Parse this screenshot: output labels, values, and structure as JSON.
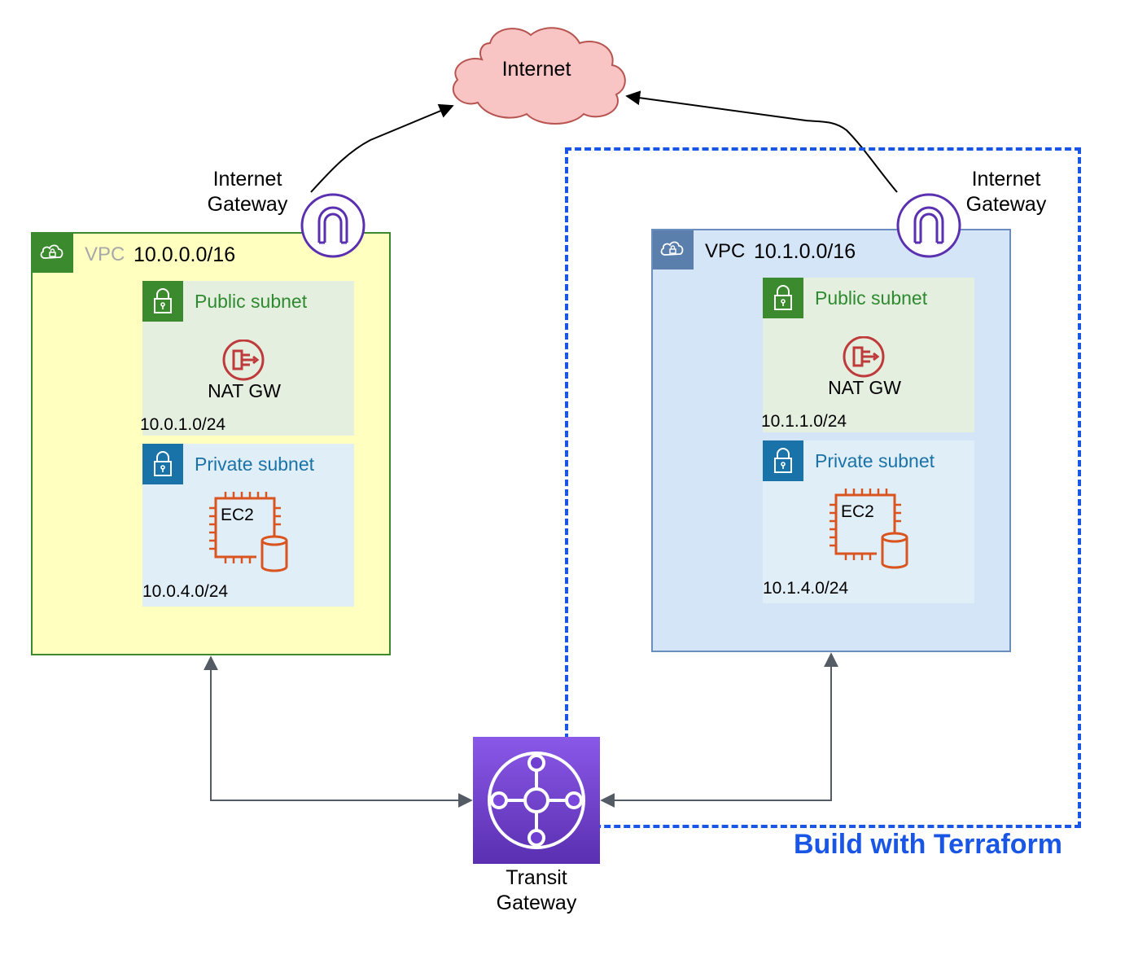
{
  "internet": {
    "label": "Internet"
  },
  "vpcs": [
    {
      "vpc_word": "VPC",
      "cidr": "10.0.0.0/16",
      "igw_label_line1": "Internet",
      "igw_label_line2": "Gateway",
      "public_subnet": {
        "title": "Public subnet",
        "nat_label": "NAT GW",
        "cidr": "10.0.1.0/24"
      },
      "private_subnet": {
        "title": "Private subnet",
        "ec2_label": "EC2",
        "cidr": "10.0.4.0/24"
      }
    },
    {
      "vpc_word": "VPC",
      "cidr": "10.1.0.0/16",
      "igw_label_line1": "Internet",
      "igw_label_line2": "Gateway",
      "public_subnet": {
        "title": "Public subnet",
        "nat_label": "NAT GW",
        "cidr": "10.1.1.0/24"
      },
      "private_subnet": {
        "title": "Private subnet",
        "ec2_label": "EC2",
        "cidr": "10.1.4.0/24"
      }
    }
  ],
  "transit_gateway": {
    "label_line1": "Transit",
    "label_line2": "Gateway"
  },
  "terraform_boundary": {
    "label": "Build with Terraform"
  },
  "colors": {
    "cloud_fill": "#f8c4c4",
    "cloud_stroke": "#b85450",
    "vpc_a_fill": "#ffffc0",
    "vpc_a_stroke": "#3b8a2e",
    "vpc_b_fill": "#d4e5f8",
    "vpc_b_stroke": "#6c8ebf",
    "igw_purple": "#5a2fb0",
    "nat_red": "#bf3a3a",
    "ec2_orange": "#d9541e",
    "terraform_blue": "#1a56e6",
    "connector_gray": "#545b64"
  },
  "icons": [
    "cloud-icon",
    "lock-icon",
    "internet-gateway-icon",
    "nat-gateway-icon",
    "ec2-instance-icon",
    "transit-gateway-icon"
  ]
}
